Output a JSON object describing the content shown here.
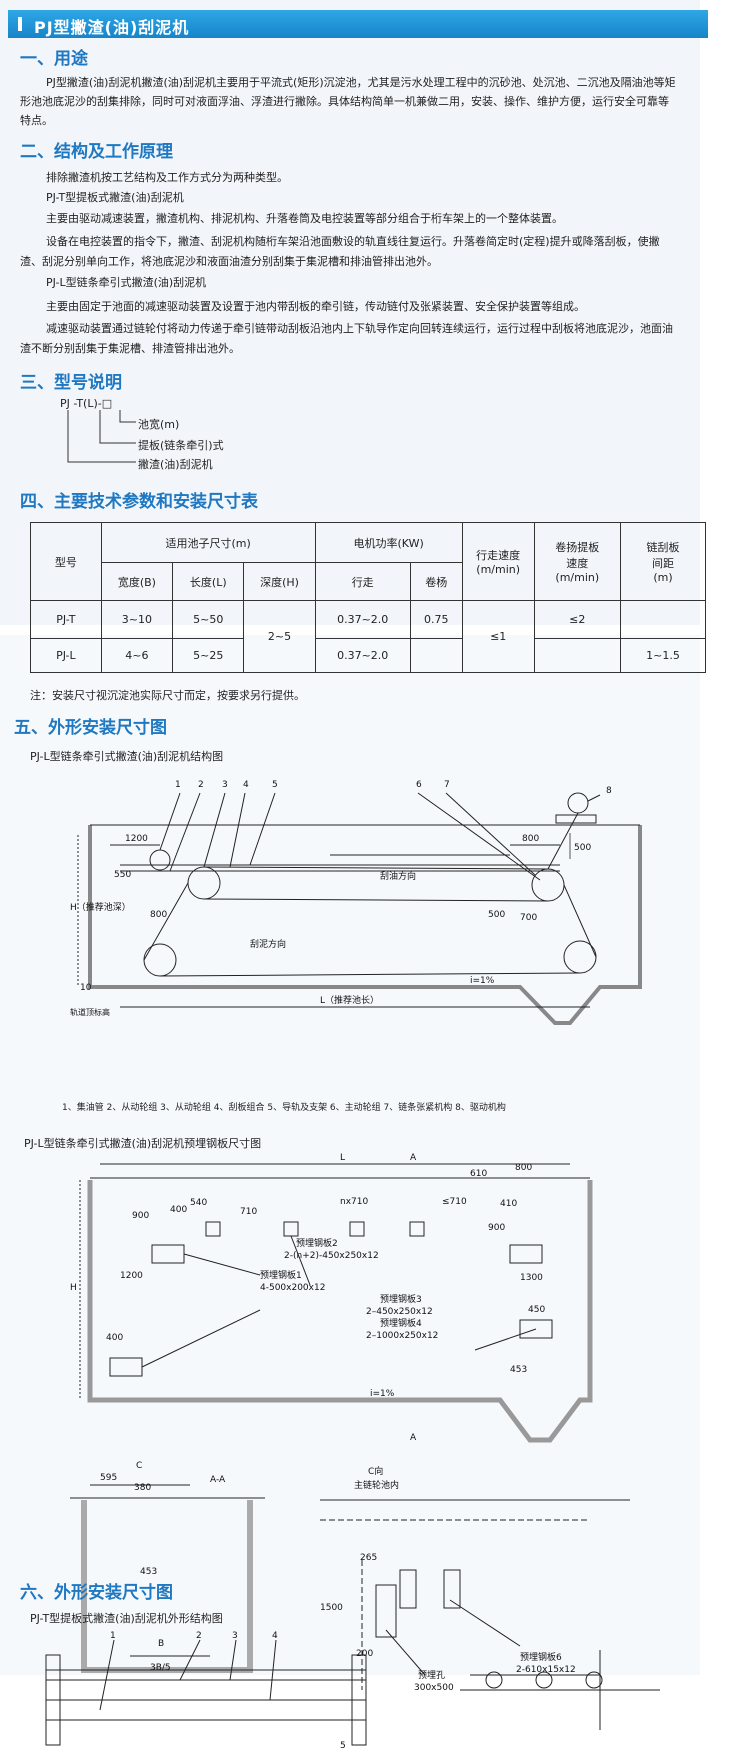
{
  "header": {
    "title": "PJ型撇渣(油)刮泥机"
  },
  "sections": {
    "s1": "一、用途",
    "s2": "二、结构及工作原理",
    "s3": "三、型号说明",
    "s4": "四、主要技术参数和安装尺寸表",
    "s5": "五、外形安装尺寸图",
    "s6": "六、外形安装尺寸图"
  },
  "usage": {
    "l1": "PJ型撇渣(油)刮泥机撇渣(油)刮泥机主要用于平流式(矩形)沉淀池，尤其是污水处理工程中的沉砂池、处沉池、二沉池及隔油池等矩",
    "l2": "形池池底泥沙的刮集排除，同时可对液面浮油、浮渣进行撇除。具体结构简单一机兼做二用，安装、操作、维护方便，运行安全可靠等",
    "l3": "特点。"
  },
  "structure": {
    "l1": "排除撇渣机按工艺结构及工作方式分为两种类型。",
    "l2": "PJ-T型提板式撇渣(油)刮泥机",
    "l3": "主要由驱动减速装置，撇渣机构、排泥机构、升落卷筒及电控装置等部分组合于桁车架上的一个整体装置。",
    "l4": "设备在电控装置的指令下，撇渣、刮泥机构随桁车架沿池面敷设的轨直线往复运行。升落卷简定时(定程)提升或降落刮板，使撇",
    "l5": "渣、刮泥分别单向工作，将池底泥沙和液面油渣分别刮集于集泥槽和排油管排出池外。",
    "l6": "PJ-L型链条牵引式撇渣(油)刮泥机",
    "l7": "主要由固定于池面的减速驱动装置及设置于池内带刮板的牵引链，传动链付及张紧装置、安全保护装置等组成。",
    "l8": "减速驱动装置通过链轮付将动力传递于牵引链带动刮板沿池内上下轨导作定向回转连续运行，运行过程中刮板将池底泥沙，池面油",
    "l9": "渣不断分别刮集于集泥槽、排渣管排出池外。"
  },
  "model": {
    "code": "PJ -T(L)-□",
    "a": "池宽(m)",
    "b": "提板(链条牵引)式",
    "c": "撇渣(油)刮泥机"
  },
  "table": {
    "h_model": "型号",
    "h_pool": "适用池子尺寸(m)",
    "h_width": "宽度(B)",
    "h_length": "长度(L)",
    "h_depth": "深度(H)",
    "h_power": "电机功率(KW)",
    "h_travel": "行走",
    "h_hoist": "卷杨",
    "h_speed1": "行走速度",
    "h_speed1u": "(m/min)",
    "h_speed2a": "卷扬提板",
    "h_speed2b": "速度",
    "h_speed2u": "(m/min)",
    "h_chain1": "链刮板",
    "h_chain2": "间距",
    "h_chainu": "(m)",
    "r1_model": "PJ-T",
    "r1_width": "3~10",
    "r1_length": "5~50",
    "r1_travel": "0.37~2.0",
    "r1_hoist": "0.75",
    "r1_speed2": "≤2",
    "r2_model": "PJ-L",
    "r2_width": "4~6",
    "r2_length": "5~25",
    "r2_travel": "0.37~2.0",
    "r2_chain": "1~1.5",
    "depth": "2~5",
    "speed1": "≤1"
  },
  "note": "注：安装尺寸视沉淀池实际尺寸而定，按要求另行提供。",
  "fig1": {
    "title": "PJ-L型链条牵引式撇渣(油)刮泥机结构图",
    "n1": "1",
    "n2": "2",
    "n3": "3",
    "n4": "4",
    "n5": "5",
    "n6": "6",
    "n7": "7",
    "n8": "8",
    "d1200": "1200",
    "d550": "550",
    "d800a": "800",
    "d800b": "800",
    "d500a": "500",
    "d700": "700",
    "d500v": "500",
    "d10": "10",
    "flowA": "刮油方向",
    "flowB": "刮泥方向",
    "slope": "i=1%",
    "hlabel": "H（推荐池深）",
    "llabel": "L（推荐池长）",
    "rail": "轨道顶标高",
    "legend": "1、集油管   2、从动轮组   3、从动轮组     4、刮板组合  5、导轨及支架  6、主动轮组   7、链条张紧机构   8、驱动机构"
  },
  "fig2": {
    "title": "PJ-L型链条牵引式撇渣(油)刮泥机预埋钢板尺寸图",
    "L": "L",
    "A1": "A",
    "A2": "A",
    "H": "H",
    "d610": "610",
    "d800": "800",
    "d540": "540",
    "d400a": "400",
    "d710": "710",
    "dnx": "nx710",
    "dle": "≤710",
    "d410": "410",
    "d900a": "900",
    "d900b": "900",
    "d1200": "1200",
    "d1300": "1300",
    "d400b": "400",
    "d450": "450",
    "d453": "453",
    "p1a": "预埋钢板1",
    "p1b": "4-500x200x12",
    "p2a": "预埋钢板2",
    "p2b": "2-(n+2)-450x250x12",
    "p3a": "预埋钢板3",
    "p3b": "2–450x250x12",
    "p4a": "预埋钢板4",
    "p4b": "2–1000x250x12",
    "slope": "i=1%"
  },
  "fig3": {
    "C": "C",
    "AA": "A-A",
    "d595": "595",
    "d380": "380",
    "d453": "453",
    "B": "B",
    "d3b5": "3B/5",
    "cdir": "C向",
    "cdir2": "主链轮池内",
    "d265": "265",
    "d1500": "1500",
    "d200": "200",
    "p6a": "预埋钢板6",
    "p6b": "2-610x15x12",
    "hole": "预埋孔",
    "holesize": "300x500"
  },
  "fig4": {
    "title": "PJ-T型提板式撇渣(油)刮泥机外形结构图",
    "n1": "1",
    "n2": "2",
    "n3": "3",
    "n4": "4",
    "n5": "5"
  }
}
